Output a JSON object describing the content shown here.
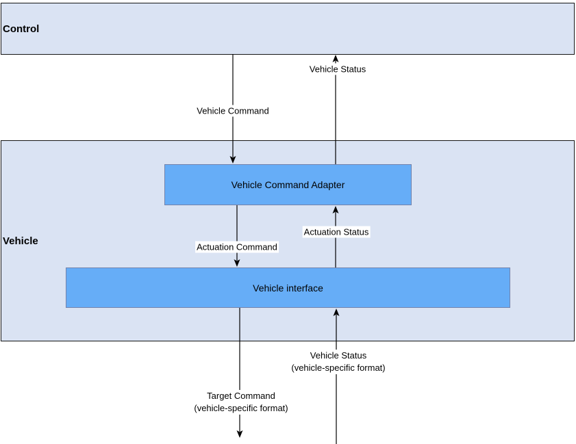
{
  "colors": {
    "container_fill": "#dae3f3",
    "container_border": "#141414",
    "node_fill": "#66adf7",
    "node_border": "#7382ab",
    "edge_color": "#000000",
    "label_background": "#ffffff",
    "text_color": "#000000"
  },
  "containers": {
    "control": {
      "label": "Control"
    },
    "vehicle": {
      "label": "Vehicle"
    }
  },
  "nodes": {
    "adapter": {
      "label": "Vehicle Command Adapter"
    },
    "interface": {
      "label": "Vehicle interface"
    }
  },
  "edges": {
    "vehicle_command": {
      "label": "Vehicle Command",
      "direction": "down",
      "from": "Control",
      "to": "Vehicle Command Adapter"
    },
    "vehicle_status": {
      "label": "Vehicle Status",
      "direction": "up",
      "from": "Vehicle Command Adapter",
      "to": "Control"
    },
    "actuation_command": {
      "label": "Actuation Command",
      "direction": "down",
      "from": "Vehicle Command Adapter",
      "to": "Vehicle interface"
    },
    "actuation_status": {
      "label": "Actuation Status",
      "direction": "up",
      "from": "Vehicle interface",
      "to": "Vehicle Command Adapter"
    },
    "target_command": {
      "label": "Target Command",
      "sublabel": "(vehicle-specific format)",
      "direction": "down",
      "from": "Vehicle interface"
    },
    "vehicle_status_specific": {
      "label": "Vehicle Status",
      "sublabel": "(vehicle-specific format)",
      "direction": "up",
      "to": "Vehicle interface"
    }
  }
}
